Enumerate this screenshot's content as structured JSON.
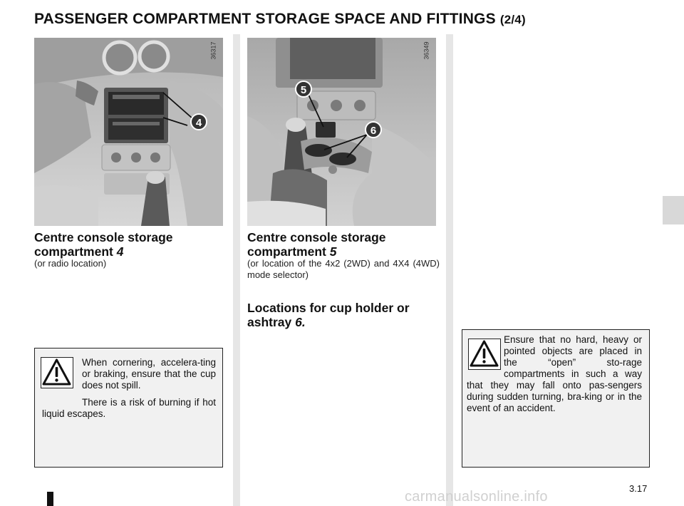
{
  "page": {
    "title": "PASSENGER COMPARTMENT STORAGE SPACE AND FITTINGS",
    "title_suffix": "(2/4)",
    "number": "3.17",
    "footer_url": "carmanualsonline.info"
  },
  "left_column": {
    "photo_ref": "36317",
    "callout": "4",
    "heading_text": "Centre console storage compartment ",
    "heading_num": "4",
    "note": "(or radio location)",
    "warning": {
      "icon": "warning-triangle-icon",
      "para1": "When cornering, accelera-ting or braking, ensure that the cup does not spill.",
      "para2": "There is a risk of burning if hot liquid escapes."
    }
  },
  "middle_column": {
    "photo_ref": "36349",
    "callout_5": "5",
    "callout_6": "6",
    "heading_text": "Centre console storage compartment ",
    "heading_num": "5",
    "note": "(or location of the 4x2 (2WD) and 4X4 (4WD) mode selector)",
    "heading2_text": "Locations for cup holder or ashtray ",
    "heading2_num": "6."
  },
  "right_column": {
    "warning": {
      "icon": "warning-triangle-icon",
      "para1": "Ensure that no hard, heavy or pointed objects are placed in the “open” sto-rage compartments in such a way that they may fall onto pas-sengers during sudden turning, bra-king or in the event of an accident."
    }
  }
}
